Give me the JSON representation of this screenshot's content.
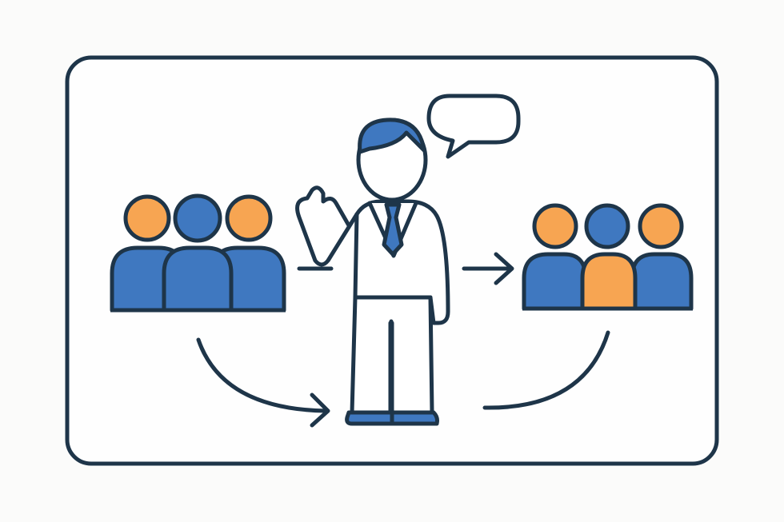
{
  "colors": {
    "background": "#fbfbfa",
    "outline": "#1e3549",
    "blue": "#3f78c0",
    "orange": "#f7a552",
    "white": "#ffffff"
  },
  "icons": {
    "frame": "rounded-frame-icon",
    "left_group": "audience-group-icon",
    "presenter": "presenter-person-icon",
    "speech": "speech-bubble-icon",
    "right_group": "audience-group-icon",
    "flow": "curved-arrow-icon"
  },
  "groups": {
    "left": [
      "blue",
      "blue",
      "blue"
    ],
    "left_heads": [
      "orange",
      "blue",
      "orange"
    ],
    "right": [
      "blue",
      "orange",
      "blue"
    ],
    "right_heads": [
      "orange",
      "blue",
      "orange"
    ]
  }
}
